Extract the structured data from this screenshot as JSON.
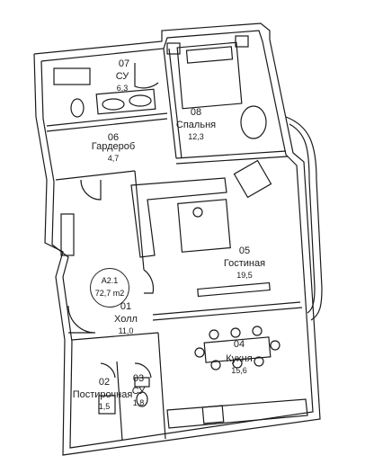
{
  "apartment": {
    "code": "A2.1",
    "total_area": "72,7 m2"
  },
  "rooms": [
    {
      "id": "07",
      "name": "СУ",
      "area": "6,3"
    },
    {
      "id": "08",
      "name": "Спальня",
      "area": "12,3"
    },
    {
      "id": "06",
      "name": "Гардероб",
      "area": "4,7"
    },
    {
      "id": "05",
      "name": "Гостиная",
      "area": "19,5"
    },
    {
      "id": "01",
      "name": "Холл",
      "area": "11,0"
    },
    {
      "id": "04",
      "name": "Кухня",
      "area": "15,6"
    },
    {
      "id": "02",
      "name": "Постирочная",
      "area": "1,5"
    },
    {
      "id": "03",
      "name": "СУ",
      "area": "1,8"
    }
  ],
  "colors": {
    "wall": "#1a1a1a",
    "line": "#333333",
    "background": "#ffffff"
  }
}
